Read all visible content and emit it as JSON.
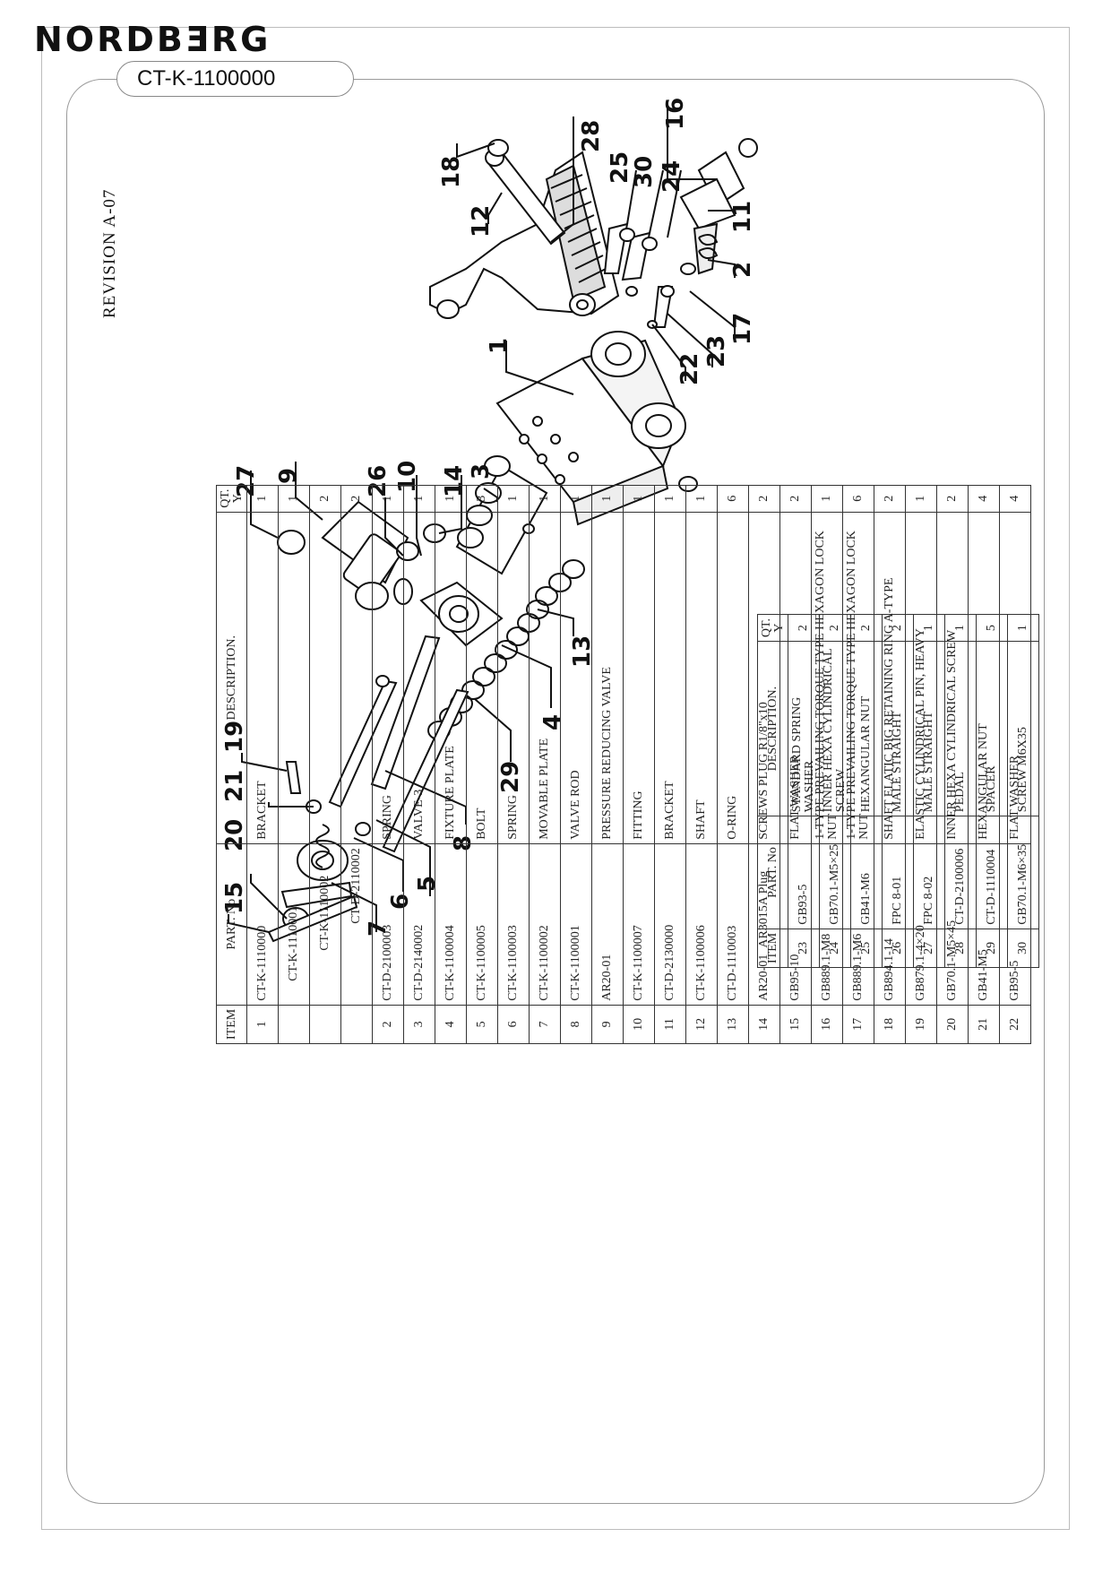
{
  "brand": "NORDBƎRG",
  "model": "CT-K-1100000",
  "revision": "REVISION A-07",
  "callouts": [
    "28",
    "16",
    "18",
    "25",
    "30",
    "24",
    "12",
    "11",
    "2",
    "17",
    "23",
    "22",
    "1",
    "27",
    "9",
    "26",
    "10",
    "14",
    "3",
    "13",
    "4",
    "29",
    "8",
    "19",
    "21",
    "20",
    "15",
    "6",
    "5",
    "7"
  ],
  "table_left": {
    "headers": {
      "item": "ITEM",
      "part": "PART. No",
      "desc": "DESCRIPTION.",
      "qty": "QT. Y"
    },
    "rows": [
      {
        "item": "1",
        "part": "CT-K-1110000",
        "desc": "BRACKET",
        "qty": "1"
      },
      {
        "item": "",
        "part": "CT-K-1110001",
        "desc": "",
        "qty": "1"
      },
      {
        "item": "",
        "part": "CT-K-1110002",
        "desc": "",
        "qty": "2"
      },
      {
        "item": "",
        "part": "CT-D-2110002",
        "desc": "",
        "qty": "2"
      },
      {
        "item": "2",
        "part": "CT-D-2100003",
        "desc": "SPRING",
        "qty": "1"
      },
      {
        "item": "3",
        "part": "CT-D-2140002",
        "desc": "VALVE-3",
        "qty": "1"
      },
      {
        "item": "4",
        "part": "CT-K-1100004",
        "desc": "FIXTURE PLATE",
        "qty": "1"
      },
      {
        "item": "5",
        "part": "CT-K-1100005",
        "desc": "BOLT",
        "qty": "3"
      },
      {
        "item": "6",
        "part": "CT-K-1100003",
        "desc": "SPRING",
        "qty": "1"
      },
      {
        "item": "7",
        "part": "CT-K-1100002",
        "desc": "MOVABLE PLATE",
        "qty": "1"
      },
      {
        "item": "8",
        "part": "CT-K-1100001",
        "desc": "VALVE ROD",
        "qty": "1"
      },
      {
        "item": "9",
        "part": "AR20-01",
        "desc": "PRESSURE REDUCING VALVE",
        "qty": "1"
      },
      {
        "item": "10",
        "part": "CT-K-1100007",
        "desc": "FITTING",
        "qty": "1"
      },
      {
        "item": "11",
        "part": "CT-D-2130000",
        "desc": "BRACKET",
        "qty": "1"
      },
      {
        "item": "12",
        "part": "CT-K-1100006",
        "desc": "SHAFT",
        "qty": "1"
      },
      {
        "item": "13",
        "part": "CT-D-1110003",
        "desc": "O-RING",
        "qty": "6"
      },
      {
        "item": "14",
        "part": "AR20-01_AR3015A Plug",
        "desc": "SCREWS PLUG R1/8\"x10",
        "qty": "2"
      },
      {
        "item": "15",
        "part": "GB95-10",
        "desc": "FLAT WASHER",
        "qty": "2"
      },
      {
        "item": "16",
        "part": "GB889.1-M8",
        "desc": "1-TYPE PREVAILING TORQUE TYPE HEXAGON LOCK NUT",
        "qty": "1"
      },
      {
        "item": "17",
        "part": "GB889.1-M6",
        "desc": "1-TYPE PREVAILING TORQUE TYPE HEXAGON LOCK NUT",
        "qty": "6"
      },
      {
        "item": "18",
        "part": "GB894.1-14",
        "desc": "SHAFT ELATIC BIG RETAINING RING A-TYPE",
        "qty": "2"
      },
      {
        "item": "19",
        "part": "GB879.1-4×20",
        "desc": "ELASTIC CYLINDRICAL PIN, HEAVY",
        "qty": "1"
      },
      {
        "item": "20",
        "part": "GB70.1-M5×45",
        "desc": "INNER HEXA CYLINDRICAL SCREW",
        "qty": "2"
      },
      {
        "item": "21",
        "part": "GB41-M5",
        "desc": "HEXANGULAR NUT",
        "qty": "4"
      },
      {
        "item": "22",
        "part": "GB95-5",
        "desc": "FLAT WASHER",
        "qty": "4"
      }
    ]
  },
  "table_right": {
    "headers": {
      "item": "ITEM",
      "part": "PART. No",
      "desc": "DESCRIPTION.",
      "qty": "QT. Y"
    },
    "rows": [
      {
        "item": "23",
        "part": "GB93-5",
        "desc": "STANDARD SPRING WASHER",
        "qty": "2"
      },
      {
        "item": "24",
        "part": "GB70.1-M5×25",
        "desc": "INNER HEXA CYLINDRICAL SCREW",
        "qty": "2"
      },
      {
        "item": "25",
        "part": "GB41-M6",
        "desc": "HEXANGULAR NUT",
        "qty": "2"
      },
      {
        "item": "26",
        "part": "FPC 8-01",
        "desc": "MALE STRAIGHT",
        "qty": "2"
      },
      {
        "item": "27",
        "part": "FPC 8-02",
        "desc": "MALE STRAIGHT",
        "qty": "1"
      },
      {
        "item": "28",
        "part": "CT-D-2100006",
        "desc": "PEDAL",
        "qty": "1"
      },
      {
        "item": "29",
        "part": "CT-D-1110004",
        "desc": "SPACER",
        "qty": "5"
      },
      {
        "item": "30",
        "part": "GB70.1-M6×35",
        "desc": "SCREW M6X35",
        "qty": "1"
      }
    ]
  }
}
